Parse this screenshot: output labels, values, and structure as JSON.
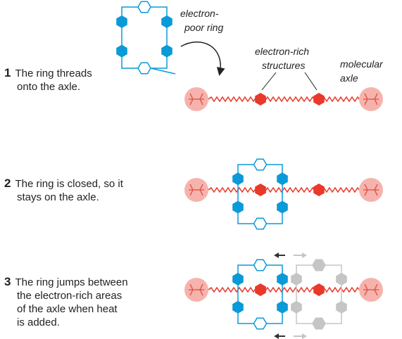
{
  "labels": {
    "electron_poor_ring": [
      "electron-",
      "poor ring"
    ],
    "electron_rich_structures": [
      "electron-rich",
      "structures"
    ],
    "molecular_axle": [
      "molecular",
      "axle"
    ]
  },
  "steps": [
    {
      "num": "1",
      "lines": [
        "The ring threads",
        "onto the axle."
      ]
    },
    {
      "num": "2",
      "lines": [
        "The ring is closed, so it",
        "stays on the axle."
      ]
    },
    {
      "num": "3",
      "lines": [
        "The ring jumps between",
        "the electron-rich areas",
        "of the axle when heat",
        "is added."
      ]
    }
  ],
  "colors": {
    "ring_blue": "#0a9ad8",
    "rich_red": "#e8392a",
    "stopper_fill": "#f6b3ad",
    "stopper_stroke": "#e25b4d",
    "ghost_gray": "#c5c5c5",
    "arrow_dark": "#333333"
  }
}
